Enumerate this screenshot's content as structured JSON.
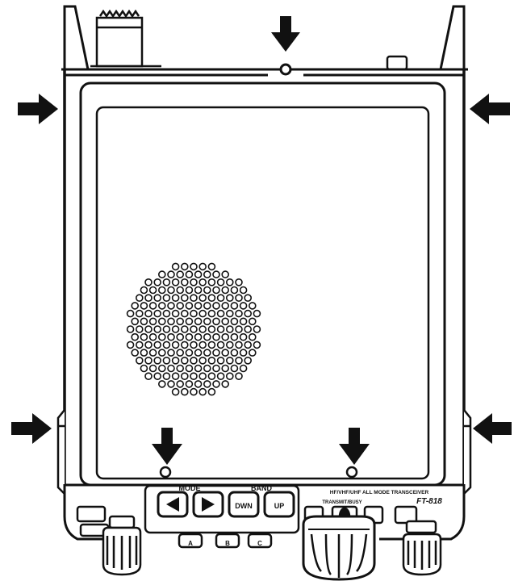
{
  "panel": {
    "mode_label": "MODE",
    "band_label": "BAND",
    "dwn_label": "DWN",
    "up_label": "UP",
    "a_label": "A",
    "b_label": "B",
    "c_label": "C",
    "brand_line": "HF/VHF/UHF ALL MODE TRANSCEIVER",
    "model": "FT-818",
    "status_label": "TRANSMIT/BUSY"
  },
  "colors": {
    "ink": "#111111",
    "paper": "#ffffff"
  },
  "icons": [
    "arrow-right-icon",
    "arrow-left-icon",
    "arrow-down-icon",
    "screw-icon",
    "speaker-grille-icon"
  ]
}
